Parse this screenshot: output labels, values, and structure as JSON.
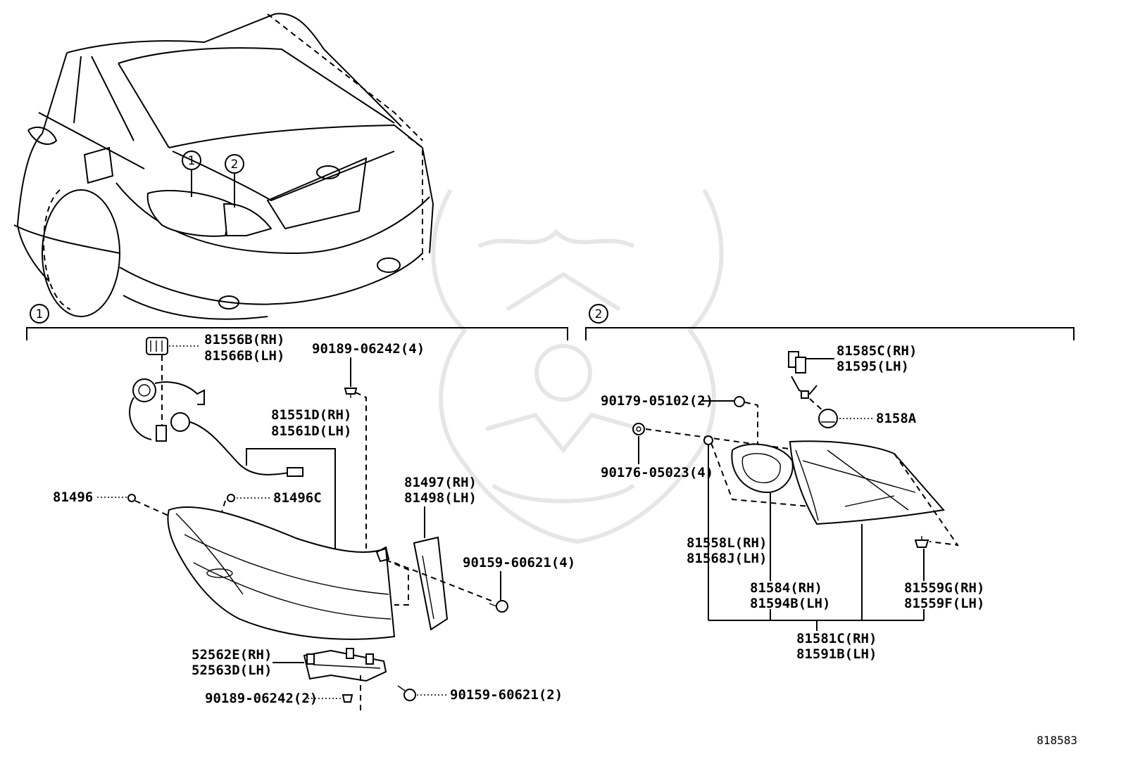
{
  "callouts": {
    "one": "1",
    "two": "2",
    "section_one": "1",
    "section_two": "2"
  },
  "labels": {
    "p81556b": "81556B(RH)",
    "p81566b": "81566B(LH)",
    "p90189_top": "90189-06242(4)",
    "p81551d": "81551D(RH)",
    "p81561d": "81561D(LH)",
    "p81496": "81496",
    "p81496c": "81496C",
    "p81497": "81497(RH)",
    "p81498": "81498(LH)",
    "p90159_4": "90159-60621(4)",
    "p52562e": "52562E(RH)",
    "p52563d": "52563D(LH)",
    "p90189_2": "90189-06242(2)",
    "p90159_2": "90159-60621(2)",
    "p81585c": "81585C(RH)",
    "p81595": "81595(LH)",
    "p90179": "90179-05102(2)",
    "p8158a": "8158A",
    "p90176": "90176-05023(4)",
    "p81558l": "81558L(RH)",
    "p81568j": "81568J(LH)",
    "p81584": "81584(RH)",
    "p81594b": "81594B(LH)",
    "p81559g": "81559G(RH)",
    "p81559f": "81559F(LH)",
    "p81581c": "81581C(RH)",
    "p81591b": "81591B(LH)"
  },
  "footer": {
    "diagram_id": "818583"
  }
}
